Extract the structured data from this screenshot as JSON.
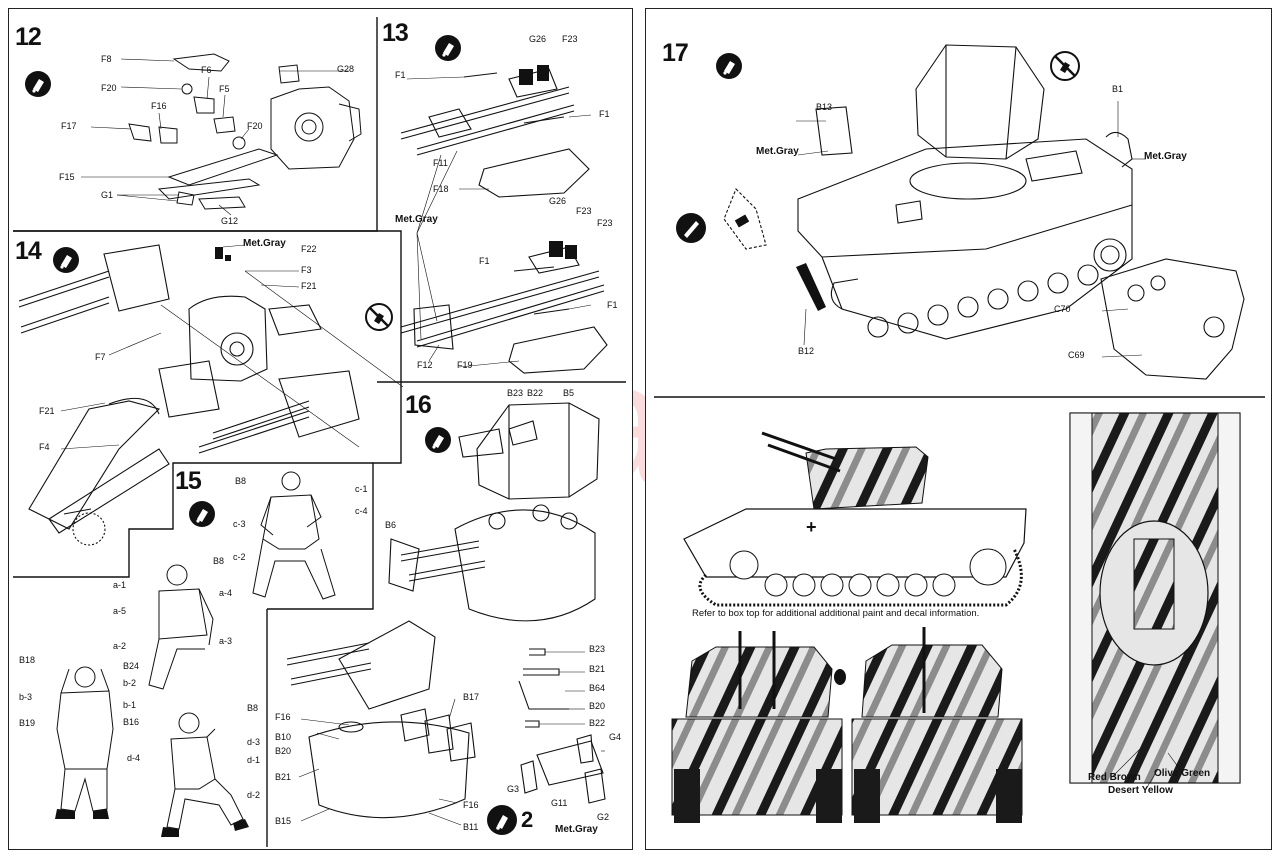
{
  "watermark": "modelartikl.cz",
  "steps": {
    "s12": "12",
    "s13": "13",
    "s14": "14",
    "s15": "15",
    "s16": "16",
    "s17": "17"
  },
  "labels12": {
    "F8": "F8",
    "F20a": "F20",
    "F6": "F6",
    "F5": "F5",
    "F16": "F16",
    "F17": "F17",
    "F20b": "F20",
    "G28": "G28",
    "F15": "F15",
    "G1": "G1",
    "G12": "G12"
  },
  "labels13": {
    "G26a": "G26",
    "F23a": "F23",
    "F1a": "F1",
    "F1b": "F1",
    "F11": "F11",
    "F18": "F18",
    "MetGray": "Met.Gray",
    "G26b": "G26",
    "F23b": "F23",
    "F23c": "F23",
    "F1c": "F1",
    "F1d": "F1",
    "F12": "F12",
    "F19": "F19"
  },
  "labels14": {
    "MetGray": "Met.Gray",
    "F22": "F22",
    "F3": "F3",
    "F21a": "F21",
    "F7": "F7",
    "F21b": "F21",
    "F4": "F4"
  },
  "labels15": {
    "B8a": "B8",
    "c1": "c-1",
    "c4": "c-4",
    "c3": "c-3",
    "c2": "c-2",
    "B8b": "B8",
    "a1": "a-1",
    "a4": "a-4",
    "a5": "a-5",
    "a2": "a-2",
    "a3": "a-3",
    "B18": "B18",
    "B24": "B24",
    "b2": "b-2",
    "b3": "b-3",
    "b1": "b-1",
    "B19": "B19",
    "B16": "B16",
    "B8c": "B8",
    "d3": "d-3",
    "d4": "d-4",
    "d1": "d-1",
    "d2": "d-2"
  },
  "labels16": {
    "B23a": "B23",
    "B22a": "B22",
    "B5": "B5",
    "B6": "B6",
    "B23b": "B23",
    "B21a": "B21",
    "B64": "B64",
    "B20a": "B20",
    "B22b": "B22",
    "B17": "B17",
    "F16a": "F16",
    "B10": "B10",
    "B20b": "B20",
    "B21b": "B21",
    "B15": "B15",
    "F16b": "F16",
    "B11": "B11",
    "G4": "G4",
    "G3": "G3",
    "G11": "G11",
    "G2": "G2",
    "MetGray": "Met.Gray",
    "two": "2"
  },
  "labels17": {
    "B13": "B13",
    "MetGray1": "Met.Gray",
    "B1": "B1",
    "MetGray2": "Met.Gray",
    "B12": "B12",
    "C70": "C70",
    "C69": "C69"
  },
  "paint": {
    "note": "Refer to box top for additional additional paint and decal information.",
    "red_brown": "Red Brown",
    "olive_green": "Olive Green",
    "desert_yellow": "Desert Yellow"
  },
  "colors": {
    "ink": "#111111",
    "watermark": "#eb3c3c",
    "camo_dark": "#1a1a1a",
    "camo_mid": "#8c8c8c",
    "camo_light": "#e6e6e6"
  },
  "icons": [
    "glue-icon",
    "no-glue-icon",
    "paint-icon"
  ]
}
